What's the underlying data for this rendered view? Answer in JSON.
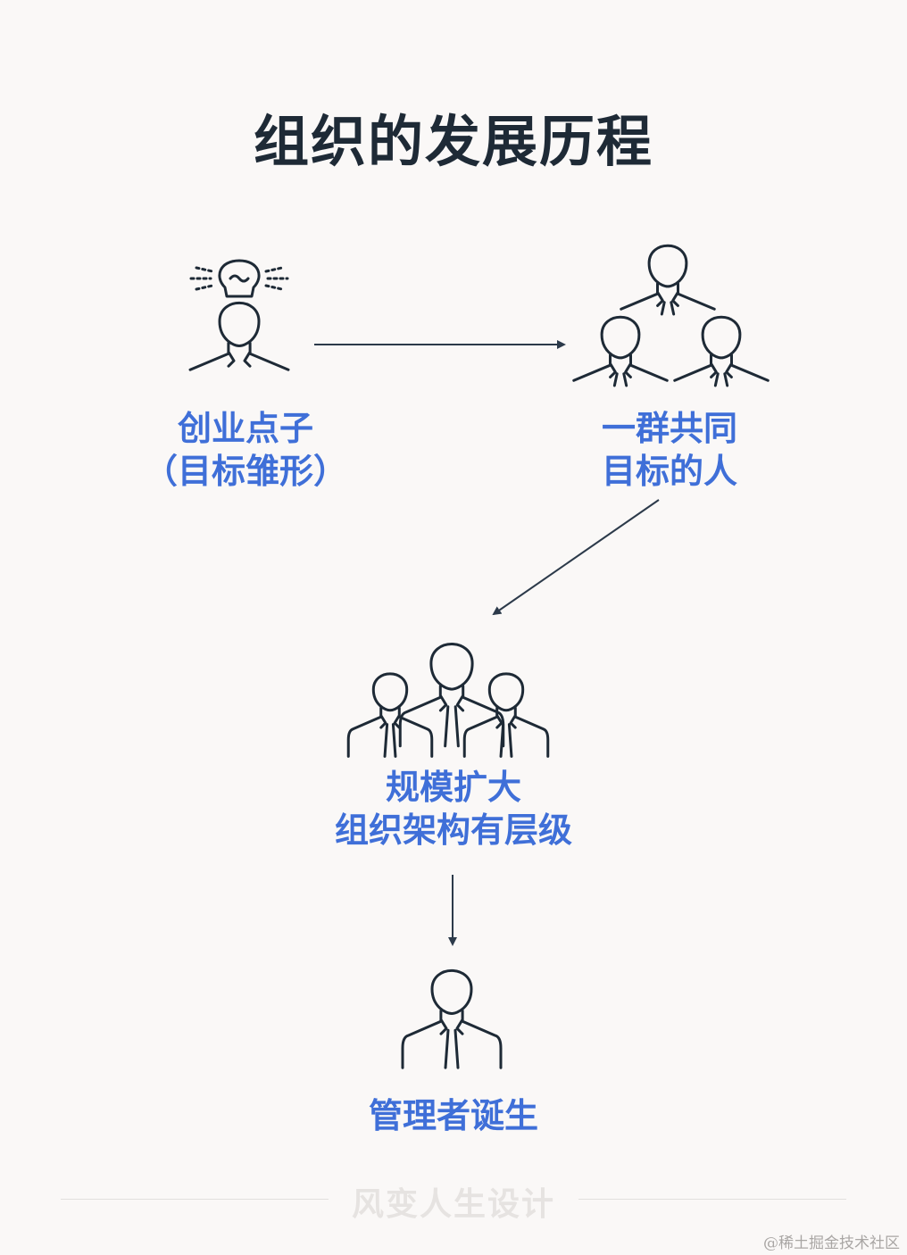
{
  "title": "组织的发展历程",
  "stages": [
    {
      "lines": [
        "创业点子",
        "（目标雏形）"
      ]
    },
    {
      "lines": [
        "一群共同",
        "目标的人"
      ]
    },
    {
      "lines": [
        "规模扩大",
        "组织架构有层级"
      ]
    },
    {
      "lines": [
        "管理者诞生"
      ]
    }
  ],
  "footer": "风变人生设计",
  "watermark": "@稀土掘金技术社区",
  "colors": {
    "label": "#3f6fd8",
    "title": "#1e2a36",
    "stroke": "#1e2a36",
    "arrow": "#2c3a4a"
  }
}
